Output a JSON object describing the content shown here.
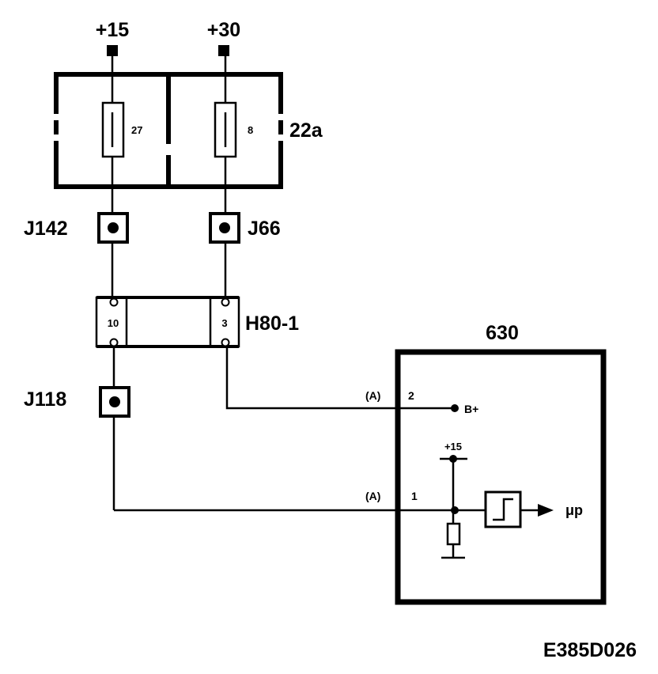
{
  "supply": {
    "terminal_left": "+15",
    "terminal_right": "+30"
  },
  "fuse_box": {
    "label": "22a",
    "fuse_left": "27",
    "fuse_right": "8"
  },
  "junctions": {
    "left_upper": "J142",
    "right_upper": "J66",
    "left_lower": "J118"
  },
  "connector": {
    "label": "H80-1",
    "pin_left": "10",
    "pin_right": "3"
  },
  "module": {
    "label": "630",
    "pin_2_tag": "(A)",
    "pin_2": "2",
    "pin_2_signal": "B+",
    "pin_1_tag": "(A)",
    "pin_1": "1",
    "internal_supply": "+15",
    "output": "μp"
  },
  "drawing_id": "E385D026"
}
